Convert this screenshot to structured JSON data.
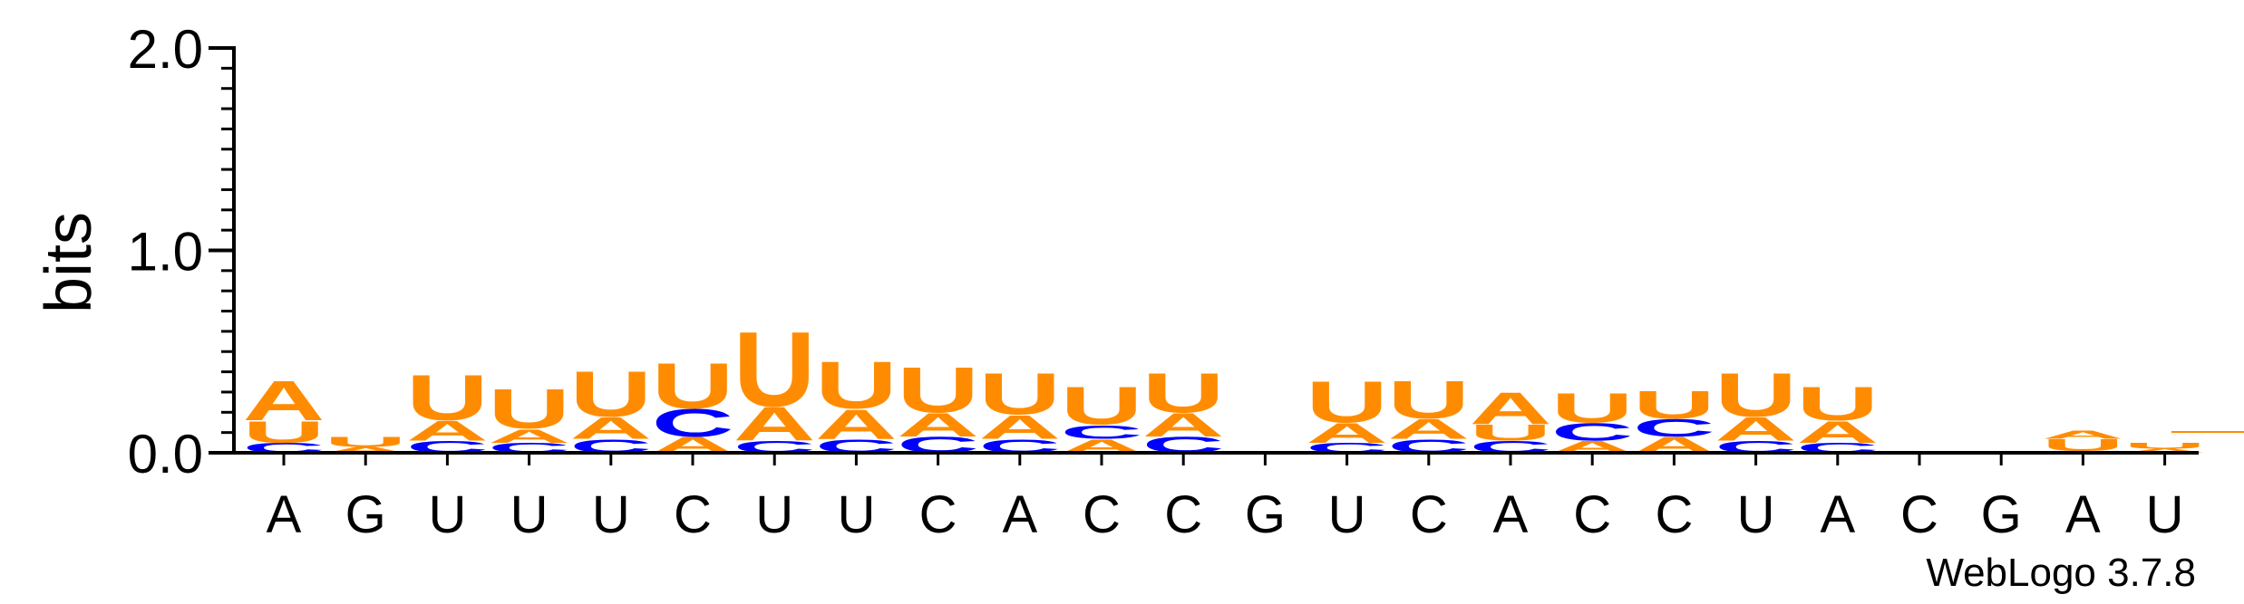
{
  "chart_data": {
    "type": "sequence-logo",
    "title": "",
    "ylabel": "bits",
    "ylim": [
      0,
      2.0
    ],
    "yticks": [
      {
        "value": 0.0,
        "label": "0.0"
      },
      {
        "value": 1.0,
        "label": "1.0"
      },
      {
        "value": 2.0,
        "label": "2.0"
      }
    ],
    "x_labels": [
      "A",
      "G",
      "U",
      "U",
      "U",
      "C",
      "U",
      "U",
      "C",
      "A",
      "C",
      "C",
      "G",
      "U",
      "C",
      "A",
      "C",
      "C",
      "U",
      "A",
      "C",
      "G",
      "A",
      "U"
    ],
    "colors": {
      "A": "#ff8c00",
      "U": "#ff8c00",
      "C": "#0000ff",
      "G": "#ff8c00"
    },
    "stacks": [
      [
        {
          "base": "C",
          "height": 0.05
        },
        {
          "base": "U",
          "height": 0.11
        },
        {
          "base": "A",
          "height": 0.2
        }
      ],
      [
        {
          "base": "A",
          "height": 0.03
        },
        {
          "base": "U",
          "height": 0.05
        }
      ],
      [
        {
          "base": "C",
          "height": 0.06
        },
        {
          "base": "A",
          "height": 0.1
        },
        {
          "base": "U",
          "height": 0.23
        }
      ],
      [
        {
          "base": "C",
          "height": 0.05
        },
        {
          "base": "A",
          "height": 0.07
        },
        {
          "base": "U",
          "height": 0.2
        }
      ],
      [
        {
          "base": "C",
          "height": 0.07
        },
        {
          "base": "A",
          "height": 0.11
        },
        {
          "base": "U",
          "height": 0.23
        }
      ],
      [
        {
          "base": "A",
          "height": 0.08
        },
        {
          "base": "C",
          "height": 0.14
        },
        {
          "base": "U",
          "height": 0.23
        }
      ],
      [
        {
          "base": "C",
          "height": 0.06
        },
        {
          "base": "A",
          "height": 0.17
        },
        {
          "base": "U",
          "height": 0.38
        }
      ],
      [
        {
          "base": "C",
          "height": 0.07
        },
        {
          "base": "A",
          "height": 0.15
        },
        {
          "base": "U",
          "height": 0.24
        }
      ],
      [
        {
          "base": "C",
          "height": 0.08
        },
        {
          "base": "A",
          "height": 0.12
        },
        {
          "base": "U",
          "height": 0.23
        }
      ],
      [
        {
          "base": "C",
          "height": 0.07
        },
        {
          "base": "A",
          "height": 0.12
        },
        {
          "base": "U",
          "height": 0.21
        }
      ],
      [
        {
          "base": "A",
          "height": 0.07
        },
        {
          "base": "C",
          "height": 0.07
        },
        {
          "base": "U",
          "height": 0.19
        }
      ],
      [
        {
          "base": "C",
          "height": 0.08
        },
        {
          "base": "A",
          "height": 0.12
        },
        {
          "base": "U",
          "height": 0.2
        }
      ],
      [],
      [
        {
          "base": "C",
          "height": 0.05
        },
        {
          "base": "A",
          "height": 0.1
        },
        {
          "base": "U",
          "height": 0.21
        }
      ],
      [
        {
          "base": "C",
          "height": 0.07
        },
        {
          "base": "A",
          "height": 0.1
        },
        {
          "base": "U",
          "height": 0.19
        }
      ],
      [
        {
          "base": "C",
          "height": 0.06
        },
        {
          "base": "U",
          "height": 0.08
        },
        {
          "base": "A",
          "height": 0.16
        }
      ],
      [
        {
          "base": "A",
          "height": 0.06
        },
        {
          "base": "C",
          "height": 0.09
        },
        {
          "base": "U",
          "height": 0.15
        }
      ],
      [
        {
          "base": "A",
          "height": 0.08
        },
        {
          "base": "C",
          "height": 0.09
        },
        {
          "base": "U",
          "height": 0.14
        }
      ],
      [
        {
          "base": "C",
          "height": 0.06
        },
        {
          "base": "A",
          "height": 0.12
        },
        {
          "base": "U",
          "height": 0.22
        }
      ],
      [
        {
          "base": "C",
          "height": 0.05
        },
        {
          "base": "A",
          "height": 0.11
        },
        {
          "base": "U",
          "height": 0.17
        }
      ],
      [
        {
          "base": "U",
          "height": 0.01
        }
      ],
      [
        {
          "base": "A",
          "height": 0.01
        }
      ],
      [
        {
          "base": "C",
          "height": 0.01
        },
        {
          "base": "U",
          "height": 0.06
        },
        {
          "base": "A",
          "height": 0.04
        }
      ],
      [
        {
          "base": "A",
          "height": 0.02
        },
        {
          "base": "U",
          "height": 0.03
        }
      ]
    ],
    "credit": "WebLogo 3.7.8"
  }
}
